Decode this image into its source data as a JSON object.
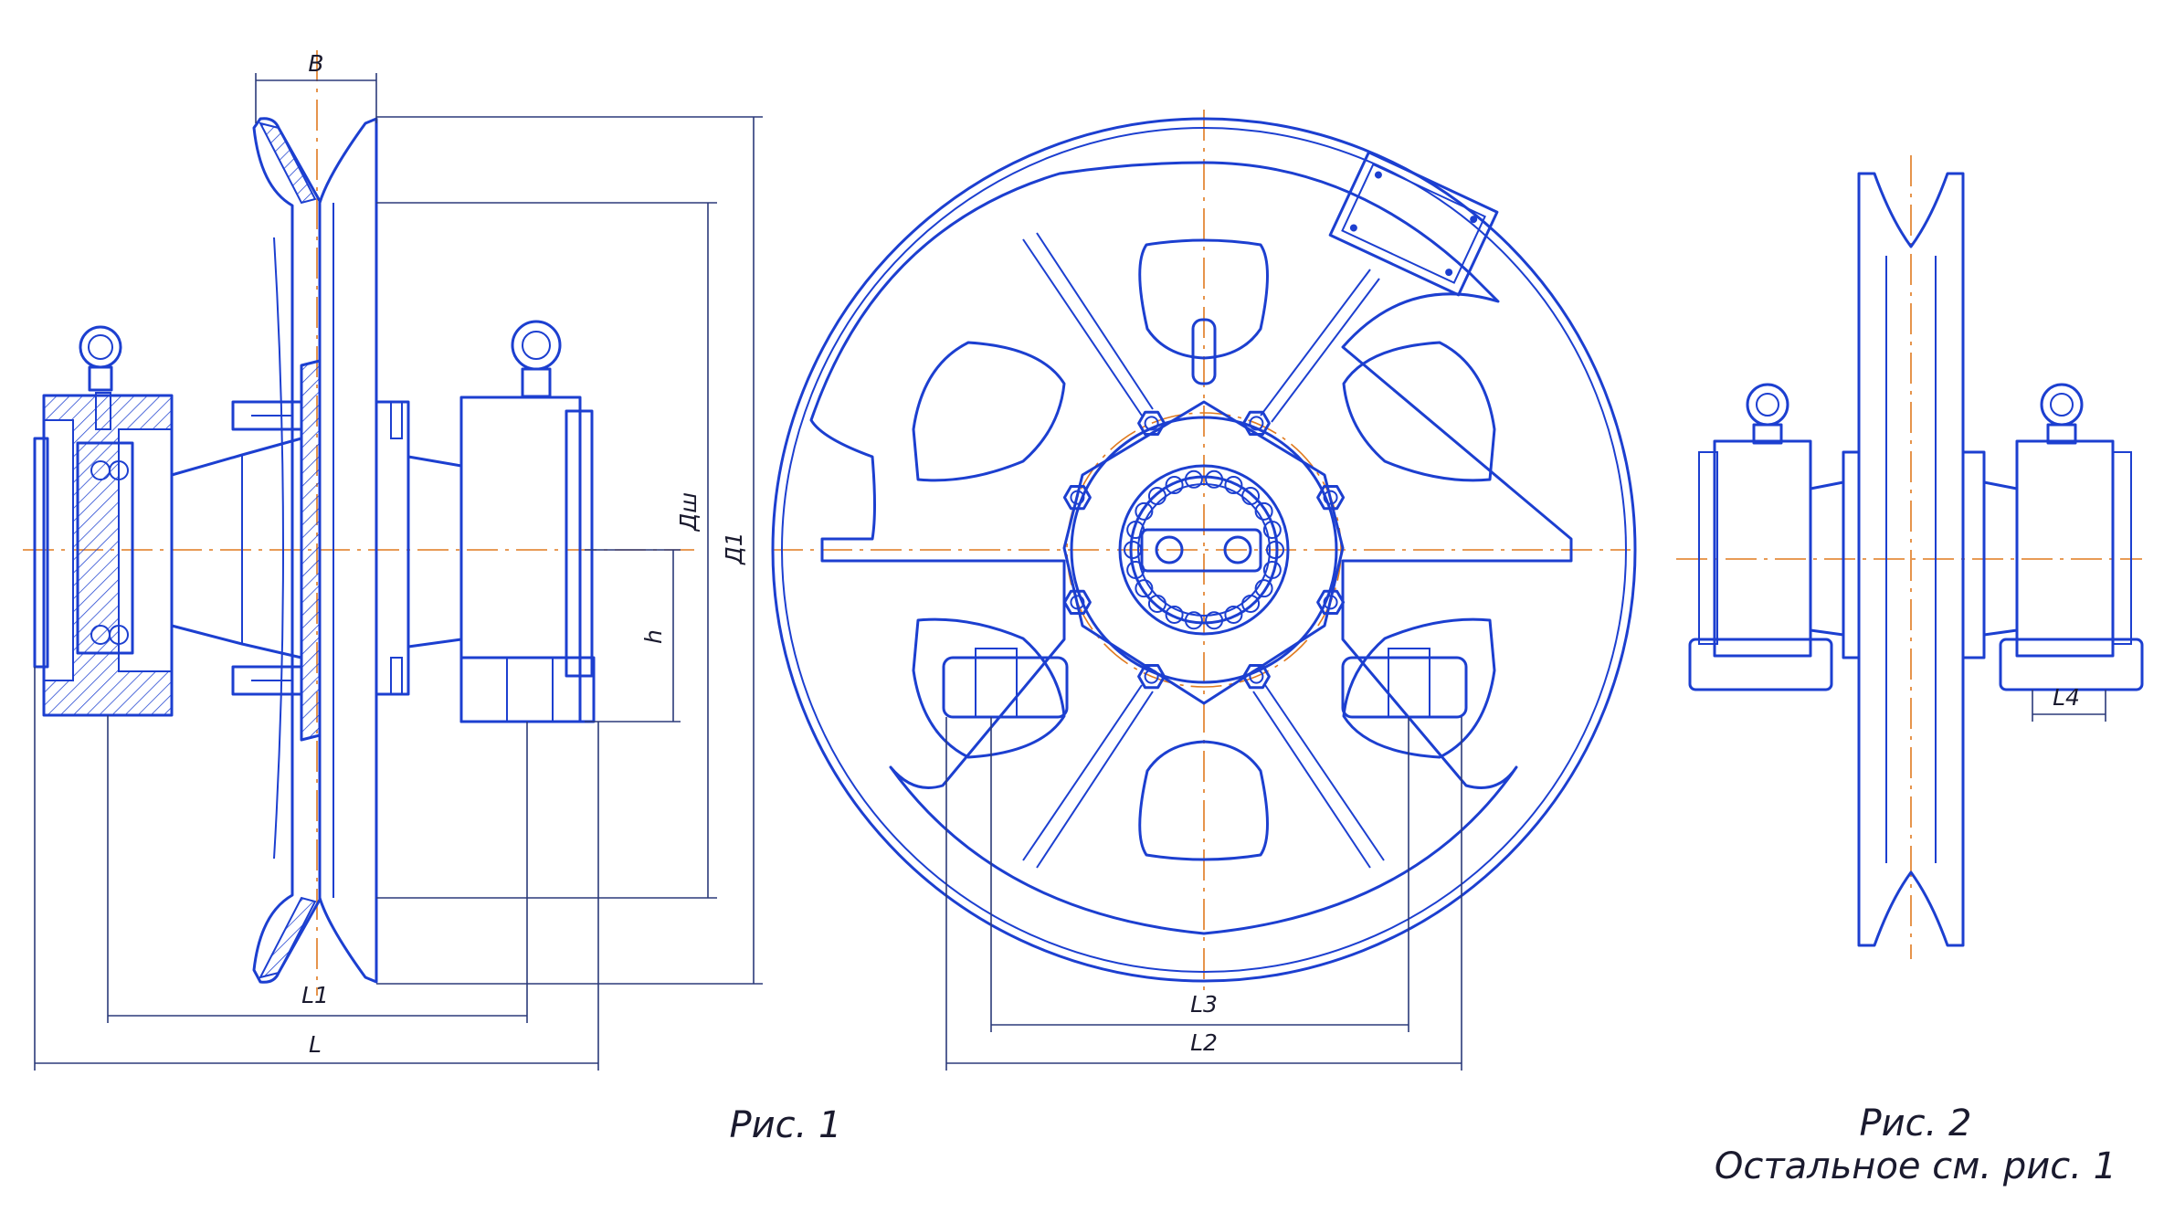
{
  "figure_1": {
    "caption": "Рис. 1",
    "dimensions": {
      "b": "B",
      "dsh": "Дш",
      "d1": "Д1",
      "h": "h",
      "l1": "L1",
      "l": "L",
      "l3": "L3",
      "l2": "L2"
    }
  },
  "figure_2": {
    "caption": "Рис. 2",
    "note": "Остальное см. рис. 1",
    "dimensions": {
      "l4": "L4"
    }
  },
  "colors": {
    "outline": "#1c3fd0",
    "centerline": "#e07a1f",
    "dimension": "#2b3a7a"
  }
}
